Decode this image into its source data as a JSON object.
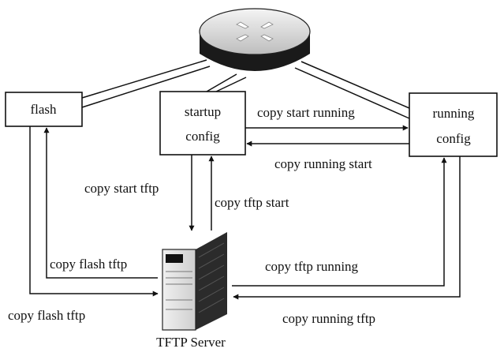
{
  "nodes": {
    "flash": "flash",
    "startup_line1": "startup",
    "startup_line2": "config",
    "running_line1": "running",
    "running_line2": "config",
    "server": "TFTP Server"
  },
  "edges": {
    "copy_start_running": "copy start running",
    "copy_running_start": "copy running start",
    "copy_start_tftp": "copy start tftp",
    "copy_tftp_start": "copy tftp start",
    "copy_flash_tftp_inner": "copy flash tftp",
    "copy_flash_tftp_outer": "copy flash tftp",
    "copy_tftp_running": "copy tftp running",
    "copy_running_tftp": "copy running tftp"
  },
  "icons": {
    "router": "router-icon",
    "server": "server-tower-icon"
  }
}
